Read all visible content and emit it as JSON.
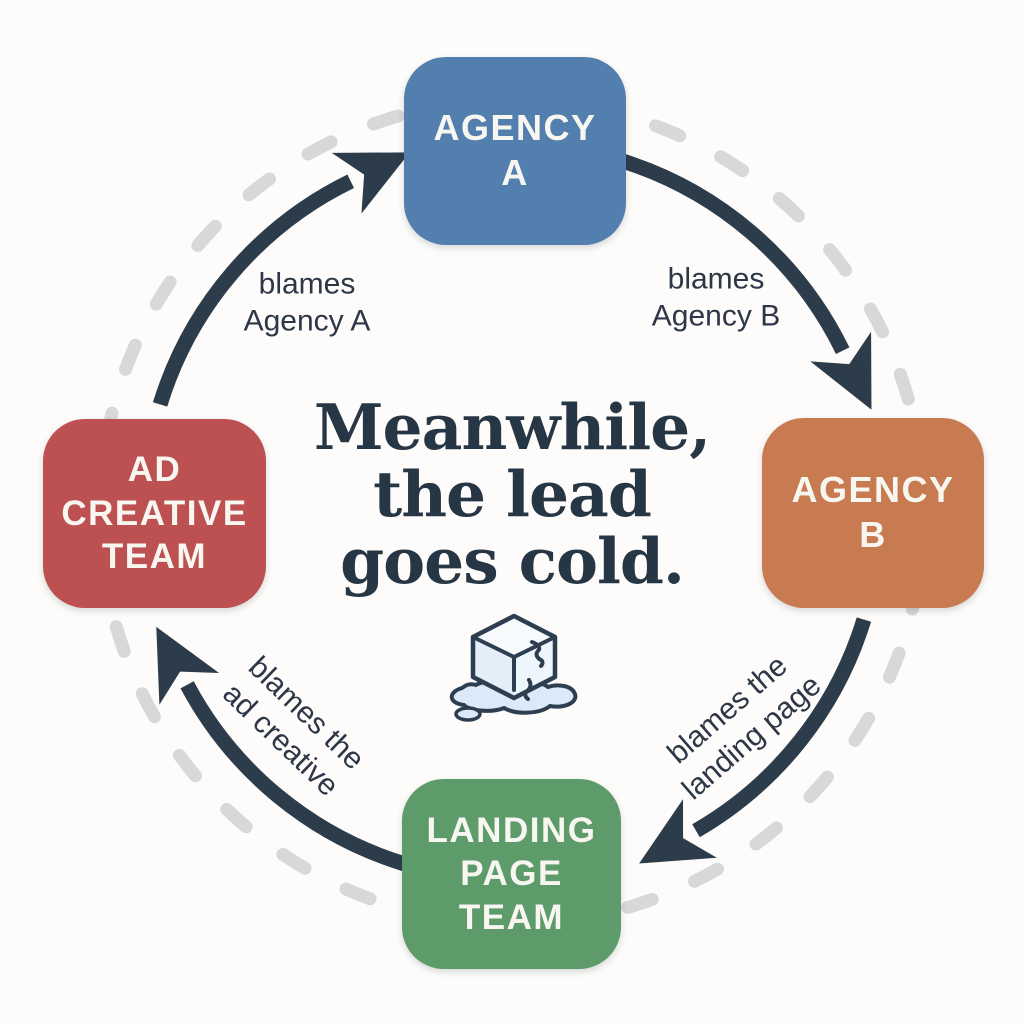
{
  "headline": {
    "line1": "Meanwhile,",
    "line2": "the lead",
    "line3": "goes cold.",
    "icon": "melting-ice-cube-icon"
  },
  "nodes": {
    "agency_a": {
      "label": "AGENCY A",
      "line1": "AGENCY",
      "line2": "A",
      "color": "#527fae",
      "position": "top"
    },
    "agency_b": {
      "label": "AGENCY B",
      "line1": "AGENCY",
      "line2": "B",
      "color": "#c87a50",
      "position": "right"
    },
    "landing_page_team": {
      "label": "LANDING PAGE TEAM",
      "line1": "LANDING",
      "line2": "PAGE",
      "line3": "TEAM",
      "color": "#5e9b6a",
      "position": "bottom"
    },
    "ad_creative_team": {
      "label": "AD CREATIVE TEAM",
      "line1": "AD",
      "line2": "CREATIVE",
      "line3": "TEAM",
      "color": "#bd5151",
      "position": "left"
    }
  },
  "edges": {
    "a_blames_b": {
      "from": "AGENCY A",
      "to": "AGENCY B",
      "line1": "blames",
      "line2": "Agency B"
    },
    "b_blames_landing": {
      "from": "AGENCY B",
      "to": "LANDING PAGE TEAM",
      "line1": "blames the",
      "line2": "landing page"
    },
    "landing_blames_creative": {
      "from": "LANDING PAGE TEAM",
      "to": "AD CREATIVE TEAM",
      "line1": "blames the",
      "line2": "ad creative"
    },
    "creative_blames_a": {
      "from": "AD CREATIVE TEAM",
      "to": "AGENCY A",
      "line1": "blames",
      "line2": "Agency A"
    }
  },
  "colors": {
    "background": "#fdfcfa",
    "arrow": "#2d3c4a",
    "dashed_ring": "#d8d8d8",
    "headline_text": "#273645",
    "edge_label_text": "#2d3747",
    "node_text": "#f8f6f1",
    "ice_outline": "#2c3e50",
    "ice_fill": "#eef5fc",
    "puddle_fill": "#dbe9f8"
  }
}
